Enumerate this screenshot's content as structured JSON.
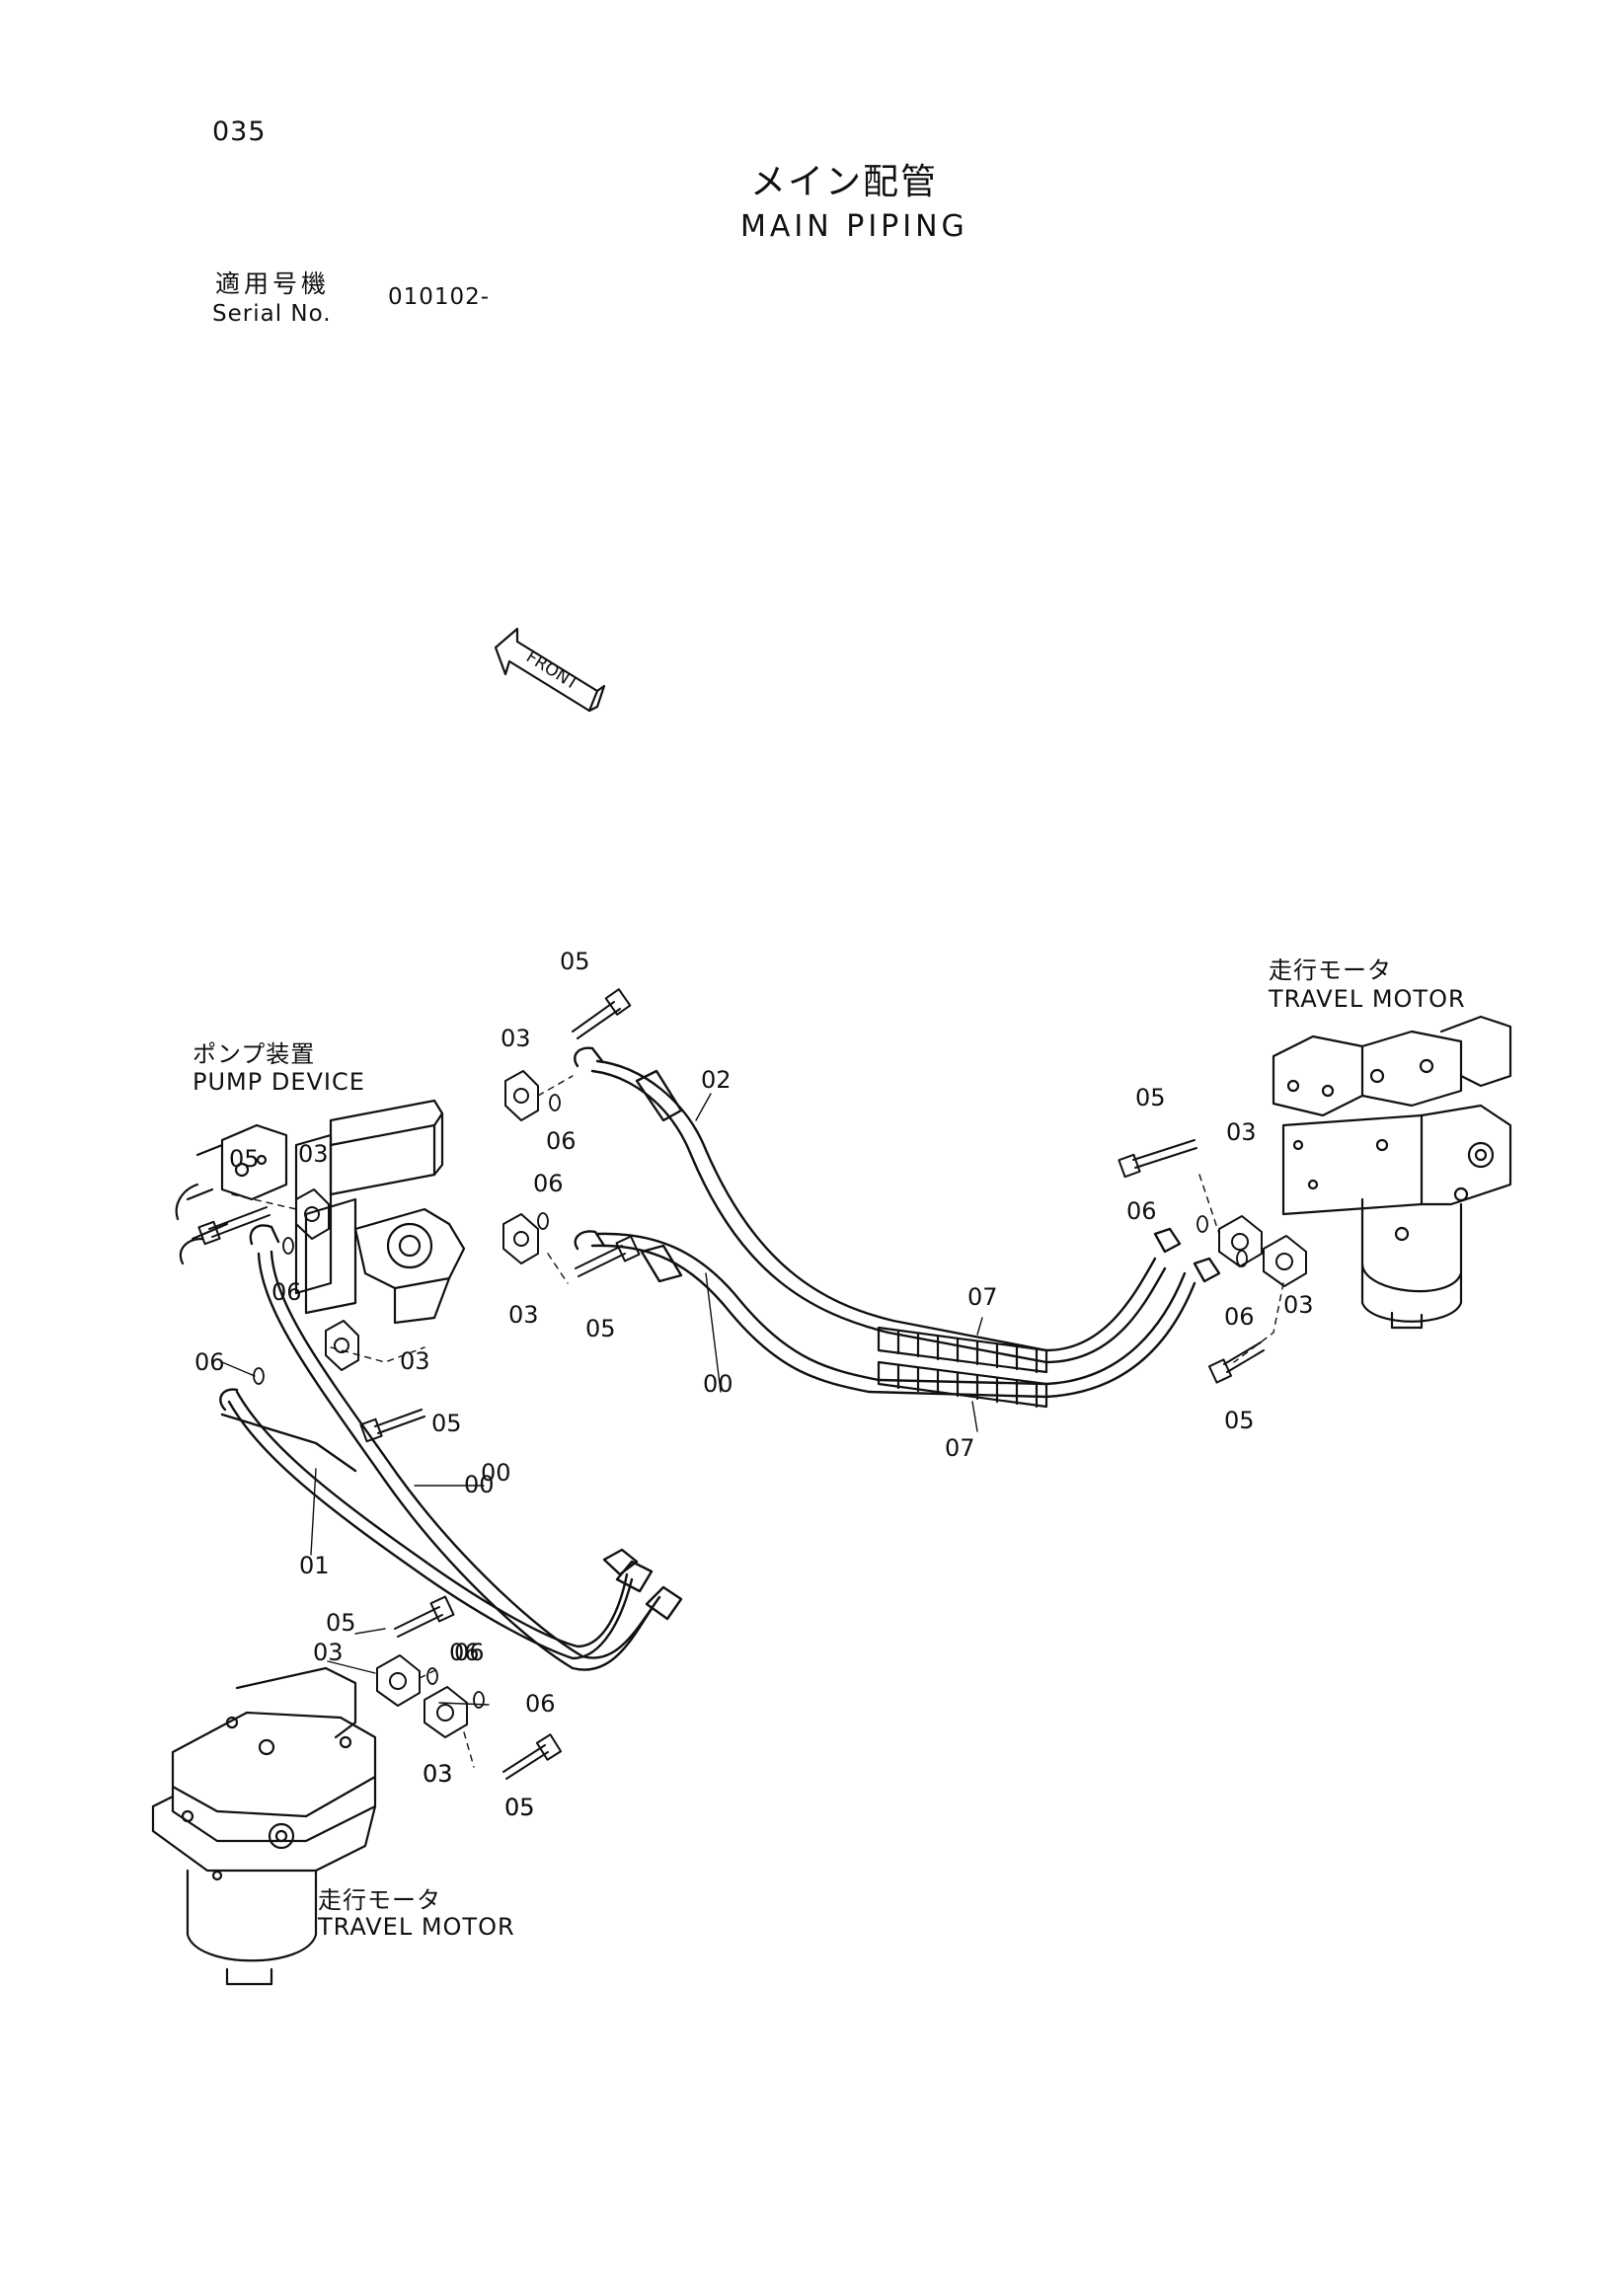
{
  "page_number": "035",
  "title": {
    "japanese": "メイン配管",
    "english": "MAIN PIPING"
  },
  "serial": {
    "label_jp": "適用号機",
    "label_en": "Serial No.",
    "value": "010102-"
  },
  "direction_marker": "FRONT",
  "components": {
    "pump_device": {
      "jp": "ポンプ装置",
      "en": "PUMP DEVICE"
    },
    "travel_motor_right": {
      "jp": "走行モータ",
      "en": "TRAVEL MOTOR"
    },
    "travel_motor_left": {
      "jp": "走行モータ",
      "en": "TRAVEL MOTOR"
    }
  },
  "callouts": [
    "05",
    "03",
    "06",
    "02",
    "03",
    "05",
    "06",
    "03",
    "06",
    "05",
    "00",
    "07",
    "07",
    "00",
    "06",
    "03",
    "05",
    "05",
    "03",
    "06",
    "06",
    "03",
    "05",
    "06",
    "03",
    "05",
    "00",
    "01",
    "05",
    "03",
    "06",
    "06",
    "03",
    "05"
  ]
}
